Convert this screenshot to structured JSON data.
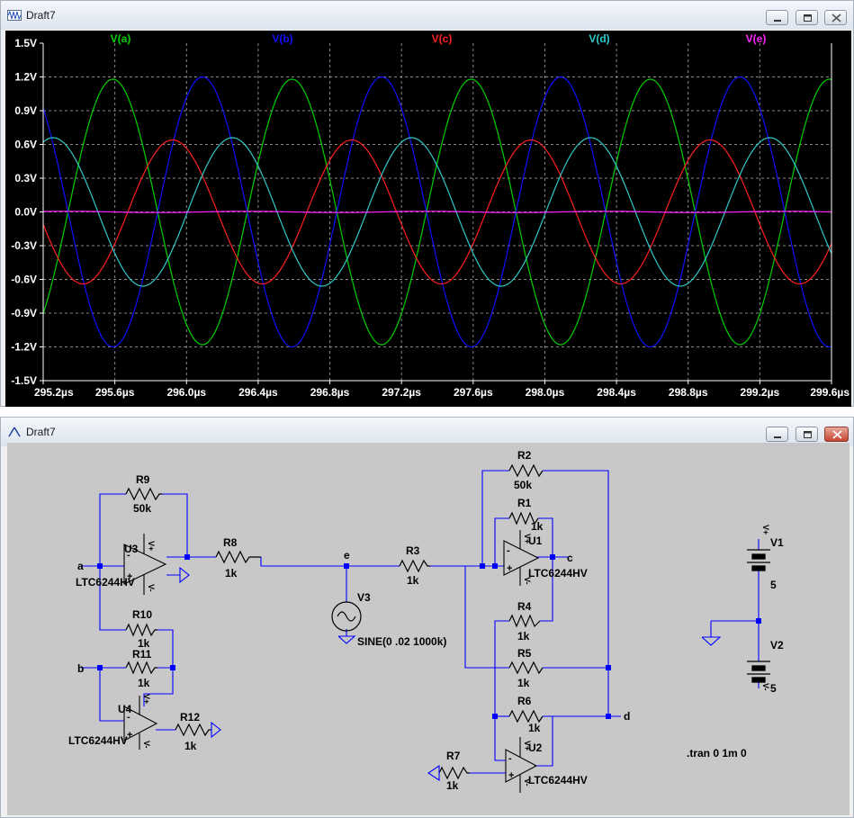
{
  "plot_window": {
    "title": "Draft7",
    "chart_data": {
      "type": "line",
      "xlim": [
        295.2,
        299.6
      ],
      "ylim": [
        -1.5,
        1.5
      ],
      "x_ticks": [
        "295.2µs",
        "295.6µs",
        "296.0µs",
        "296.4µs",
        "296.8µs",
        "297.2µs",
        "297.6µs",
        "298.0µs",
        "298.4µs",
        "298.8µs",
        "299.2µs",
        "299.6µs"
      ],
      "y_ticks": [
        "1.5V",
        "1.2V",
        "0.9V",
        "0.6V",
        "0.3V",
        "0.0V",
        "-0.3V",
        "-0.6V",
        "-0.9V",
        "-1.2V",
        "-1.5V"
      ],
      "grid": true,
      "legend": "top",
      "series": [
        {
          "name": "V(a)",
          "color": "#00d000",
          "amplitude": 1.18,
          "period_us": 1.0,
          "phase_deg": -50
        },
        {
          "name": "V(b)",
          "color": "#1010ff",
          "amplitude": 1.2,
          "period_us": 1.0,
          "phase_deg": 130
        },
        {
          "name": "V(c)",
          "color": "#ff2020",
          "amplitude": 0.64,
          "period_us": 1.0,
          "phase_deg": 190
        },
        {
          "name": "V(d)",
          "color": "#30c8c8",
          "amplitude": 0.66,
          "period_us": 1.0,
          "phase_deg": 70
        },
        {
          "name": "V(e)",
          "color": "#ff20ff",
          "amplitude": 0.006,
          "period_us": 1.0,
          "phase_deg": 40
        }
      ]
    }
  },
  "schematic_window": {
    "title": "Draft7",
    "labels": {
      "r9": "R9",
      "r9_val": "50k",
      "r8": "R8",
      "r8_val": "1k",
      "r10": "R10",
      "r10_val": "1k",
      "r11": "R11",
      "r11_val": "1k",
      "r12": "R12",
      "r12_val": "1k",
      "r2": "R2",
      "r2_val": "50k",
      "r1": "R1",
      "r1_val": "1k",
      "r3": "R3",
      "r3_val": "1k",
      "r4": "R4",
      "r4_val": "1k",
      "r5": "R5",
      "r5_val": "1k",
      "r6": "R6",
      "r6_val": "1k",
      "r7": "R7",
      "r7_val": "1k",
      "u1": "U1",
      "u2": "U2",
      "u3": "U3",
      "u4": "U4",
      "u1_model": "LTC6244HV",
      "u2_model": "LTC6244HV",
      "u3_model": "LTC6244HV",
      "u4_model": "LTC6244HV",
      "v1": "V1",
      "v1_val": "5",
      "v2": "V2",
      "v2_val": "5",
      "v3": "V3",
      "v3_val": "SINE(0 .02 1000k)",
      "net_a": "a",
      "net_b": "b",
      "net_c": "c",
      "net_d": "d",
      "net_e": "e",
      "tran": ".tran 0 1m 0",
      "vplus": "V+",
      "vminus": "V-"
    }
  }
}
